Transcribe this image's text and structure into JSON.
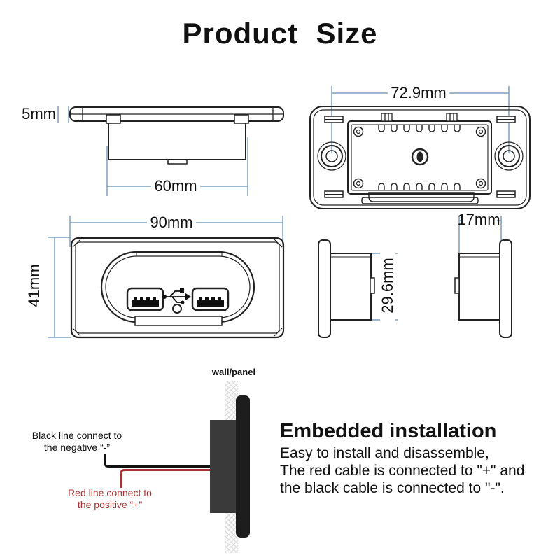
{
  "title": "Product  Size",
  "dimensions": {
    "panel_thickness": "5mm",
    "rear_body_width": "60mm",
    "screw_hole_distance": "72.9mm",
    "face_width": "90mm",
    "face_height": "41mm",
    "insert_height": "29.6mm",
    "insert_depth": "17mm"
  },
  "installation": {
    "wall_label": "wall/panel",
    "black_wire_note_line1": "Black line connect to",
    "black_wire_note_line2": "the negative “-”",
    "red_wire_note_line1": "Red line connect to",
    "red_wire_note_line2": "the positive “+”",
    "heading": "Embedded installation",
    "description_line1": "Easy to install and disassemble,",
    "description_line2": "The red cable is connected to \"+\" and",
    "description_line3": "the black cable is connected to \"-\"."
  },
  "colors": {
    "dimension_line": "#7d9fbf",
    "drawing_line": "#222222",
    "wire_black": "#111111",
    "wire_red": "#a83232",
    "device_front_panel": "#1d1d1d",
    "device_rear_body": "#3a3a3a",
    "wall_hatch": "#d4d4d4"
  }
}
